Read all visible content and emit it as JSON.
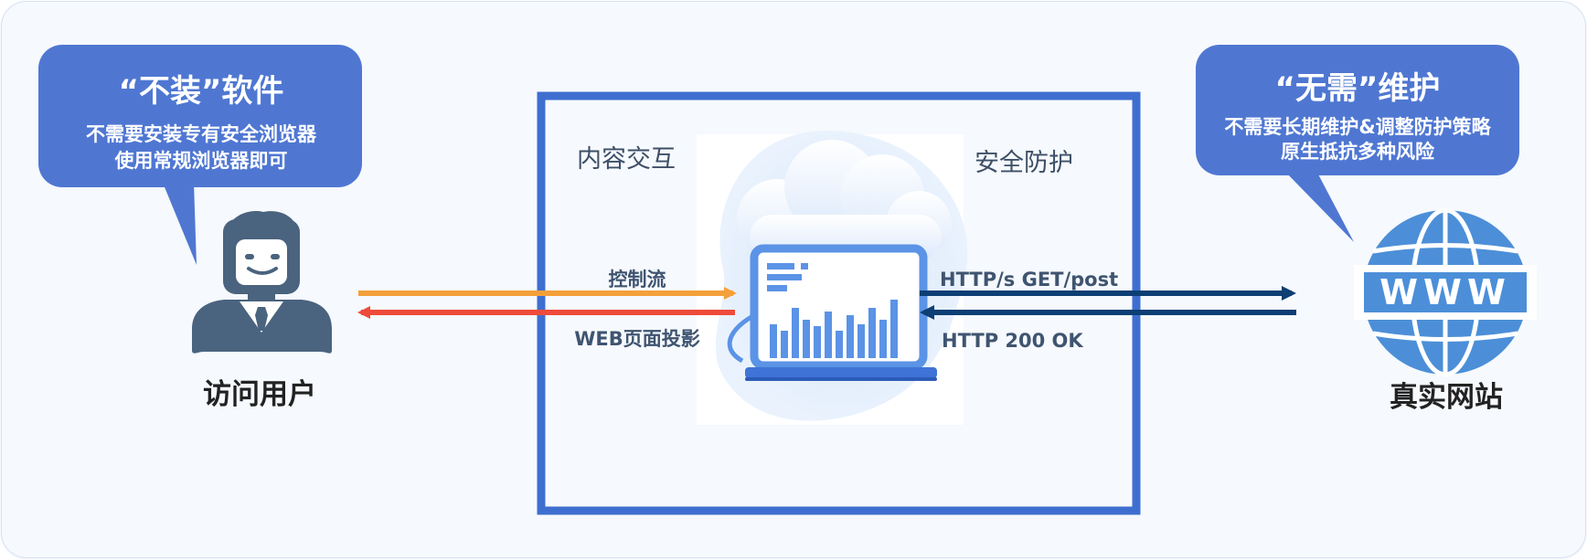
{
  "colors": {
    "bubble": "#4f77d2",
    "box_border": "#3e6fd0",
    "user_icon": "#4a637e",
    "globe": "#4c8fd8",
    "arrow_orange": "#f4a03a",
    "arrow_red": "#ee4b3a",
    "arrow_navy": "#0d3e74",
    "dash_dark": "#1f3a5a",
    "dash_light": "#6fb0e6"
  },
  "icons": {
    "user": "user-avatar-icon",
    "globe": "www-globe-icon",
    "cloud_server": "cloud-dashboard-icon"
  },
  "left_bubble": {
    "title": "“不装”软件",
    "line1": "不需要安装专有安全浏览器",
    "line2": "使用常规浏览器即可"
  },
  "right_bubble": {
    "title": "“无需”维护",
    "line1": "不需要长期维护&调整防护策略",
    "line2": "原生抵抗多种风险"
  },
  "nodes": {
    "user_label": "访问用户",
    "site_label": "真实网站"
  },
  "center": {
    "label_left": "内容交互",
    "label_right": "安全防护"
  },
  "flows": {
    "control": "控制流",
    "projection": "WEB页面投影",
    "request": "HTTP/s GET/post",
    "response": "HTTP 200 OK"
  },
  "www_text": "WWW"
}
